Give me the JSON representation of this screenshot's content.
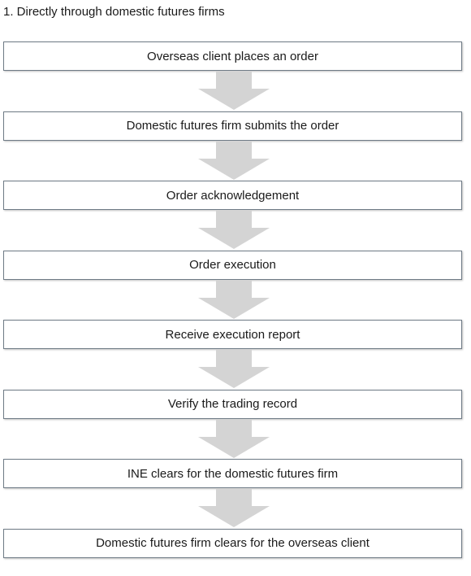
{
  "heading": "1. Directly through domestic futures firms",
  "arrow_color": "#d4d4d4",
  "steps": [
    "Overseas client places an order",
    "Domestic futures firm submits the order",
    "Order acknowledgement",
    "Order execution",
    "Receive execution report",
    "Verify the trading record",
    "INE clears for the domestic futures firm",
    "Domestic futures firm clears for the overseas client"
  ]
}
